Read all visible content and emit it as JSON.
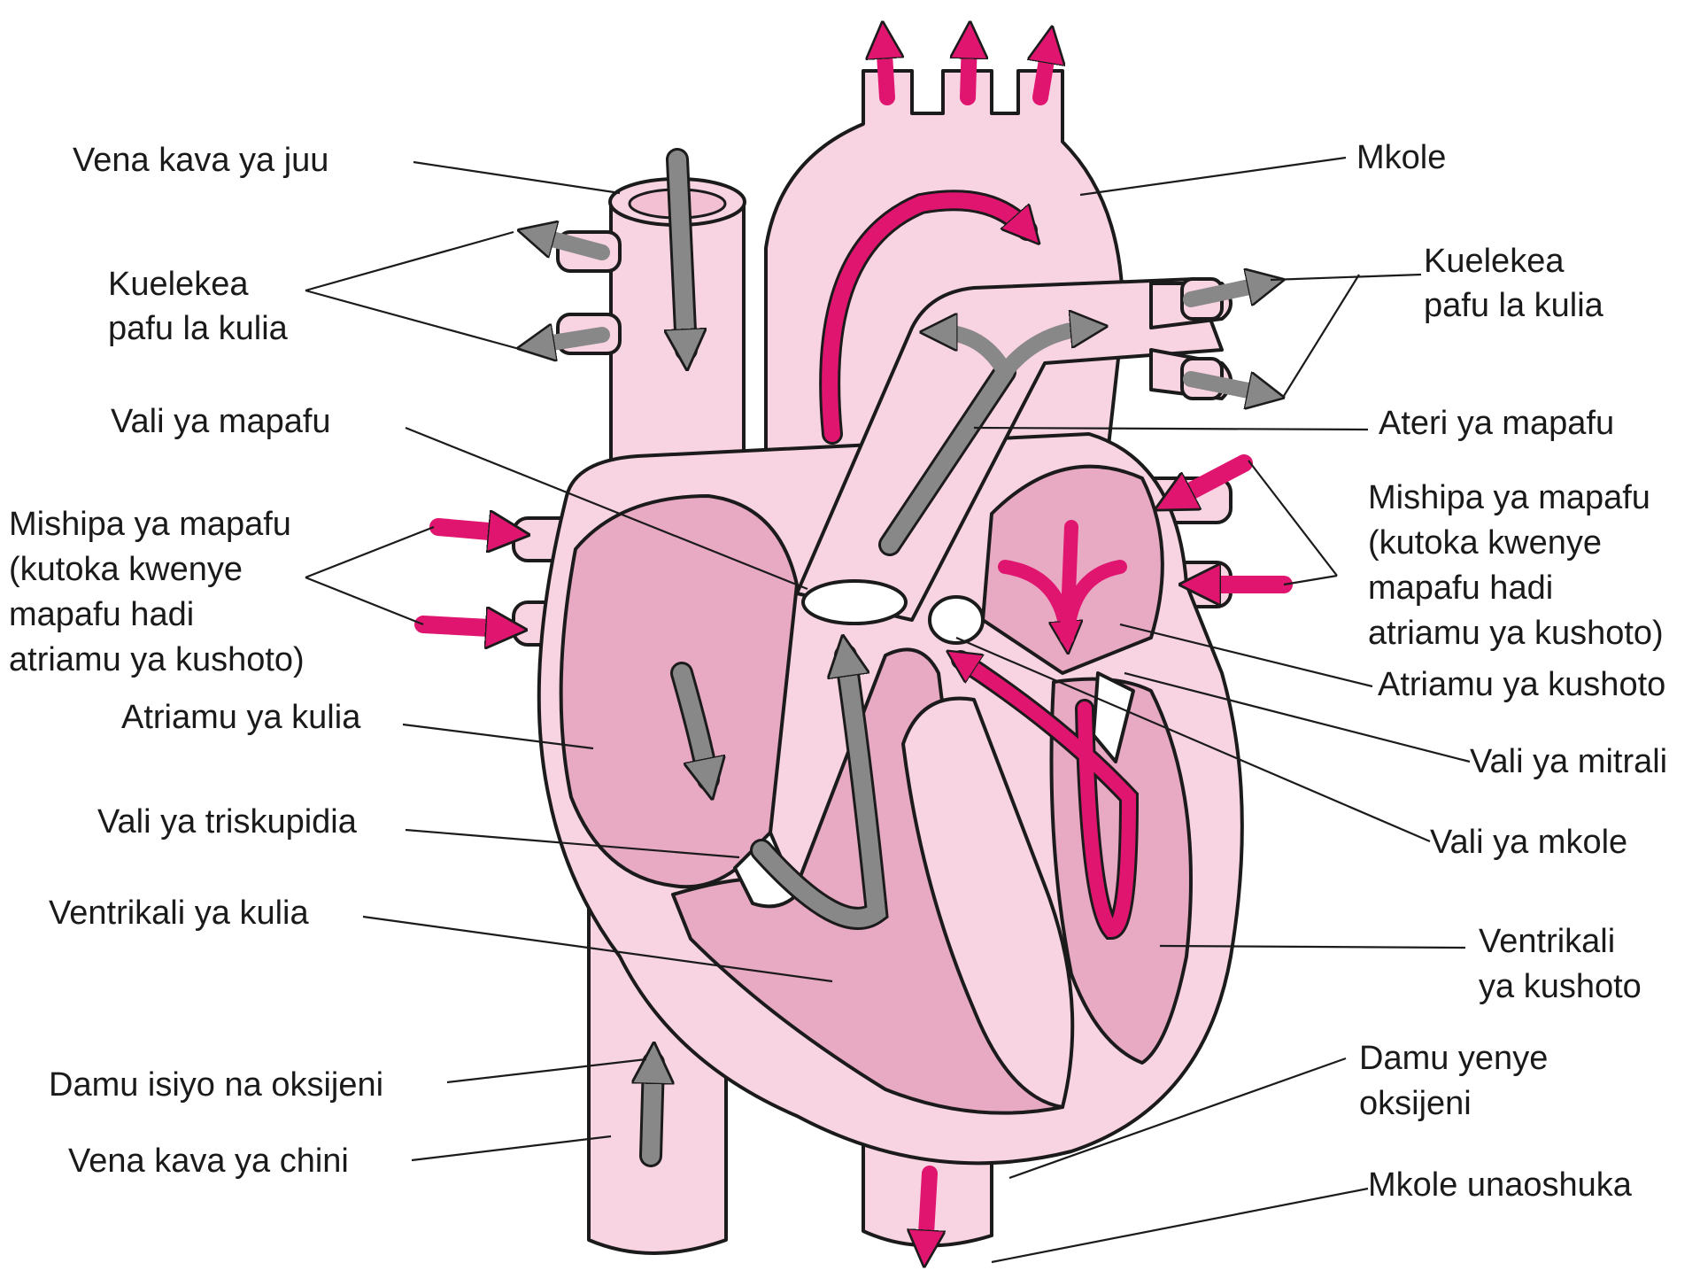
{
  "colors": {
    "tissue": "#f8d3e1",
    "chamber": "#e8a9c3",
    "oxygenated_arrow": "#e0156f",
    "deoxygenated_arrow": "#888888",
    "outline": "#1b1b1b"
  },
  "labels": {
    "svc": "Vena kava ya juu",
    "to_right_lung_left": [
      "Kuelekea",
      "pafu la kulia"
    ],
    "pulmonary_valve": "Vali ya mapafu",
    "pulmonary_veins_left": [
      "Mishipa ya mapafu",
      "(kutoka kwenye",
      "mapafu hadi",
      "atriamu ya kushoto)"
    ],
    "right_atrium": "Atriamu ya kulia",
    "tricuspid_valve": "Vali ya triskupidia",
    "right_ventricle": "Ventrikali ya kulia",
    "deoxygenated_blood": "Damu isiyo na oksijeni",
    "ivc": "Vena kava ya chini",
    "aorta": "Mkole",
    "to_right_lung_right": [
      "Kuelekea",
      "pafu la kulia"
    ],
    "pulmonary_artery": "Ateri ya mapafu",
    "pulmonary_veins_right": [
      "Mishipa ya mapafu",
      "(kutoka kwenye",
      "mapafu hadi",
      "atriamu ya kushoto)"
    ],
    "left_atrium": "Atriamu ya kushoto",
    "mitral_valve": "Vali ya mitrali",
    "aortic_valve": "Vali ya mkole",
    "left_ventricle": [
      "Ventrikali",
      "ya kushoto"
    ],
    "oxygenated_blood": [
      "Damu yenye",
      "oksijeni"
    ],
    "descending_aorta": "Mkole unaoshuka"
  }
}
